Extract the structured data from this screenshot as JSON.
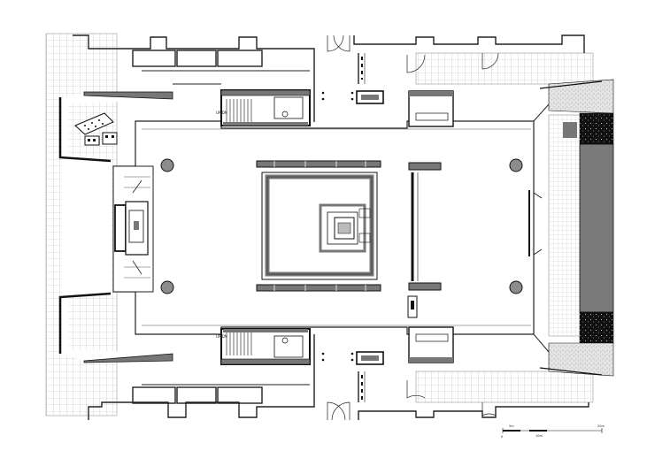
{
  "drawing": {
    "stair_labels": {
      "north": "UP/DN",
      "south": "UP/DN"
    },
    "scale_bar": {
      "zero": "0",
      "mid": "5m",
      "end": "10m",
      "total": "20m"
    },
    "colors": {
      "line": "#222222",
      "wall_fill": "#777777",
      "dark_band": "#7a7a7a",
      "terrazzo": "#111111",
      "paving_line": "#b9b9b9",
      "column_fill": "#8c8c8c",
      "gravel": "#d8d8d8"
    }
  }
}
